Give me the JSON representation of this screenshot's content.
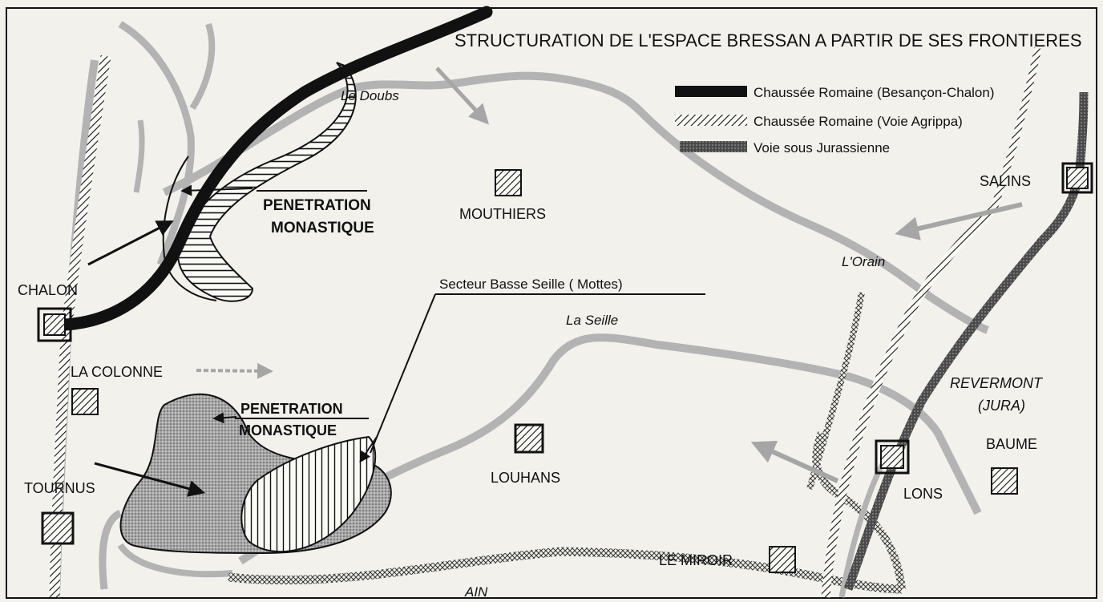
{
  "title": "STRUCTURATION DE L'ESPACE BRESSAN A PARTIR DE SES FRONTIERES",
  "legend": [
    {
      "label": "Chaussée Romaine (Besançon-Chalon)",
      "style": "solid-black"
    },
    {
      "label": "Chaussée Romaine (Voie Agrippa)",
      "style": "diagonal-hatch"
    },
    {
      "label": "Voie sous Jurassienne",
      "style": "dark-stipple"
    }
  ],
  "rivers": {
    "doubs": "Le Doubs",
    "orain": "L'Orain",
    "seille": "La Seille",
    "ain": "AIN"
  },
  "places": {
    "chalon": "CHALON",
    "la_colonne": "LA COLONNE",
    "tournus": "TOURNUS",
    "mouthiers": "MOUTHIERS",
    "louhans": "LOUHANS",
    "le_miroir": "LE MIROIR",
    "lons": "LONS",
    "baume": "BAUME",
    "salins": "SALINS"
  },
  "regions": {
    "revermont_line1": "REVERMONT",
    "revermont_line2": "(JURA)"
  },
  "annotations": {
    "penetration_north_line1": "PENETRATION",
    "penetration_north_line2": "MONASTIQUE",
    "penetration_south_line1": "PENETRATION",
    "penetration_south_line2": "MONASTIQUE",
    "basse_seille": "Secteur  Basse Seille ( Mottes)"
  },
  "colors": {
    "background": "#f2f1ec",
    "ink": "#111111",
    "river_gray": "#b3b3b3",
    "stipple_fill": "#9a9a9a"
  }
}
